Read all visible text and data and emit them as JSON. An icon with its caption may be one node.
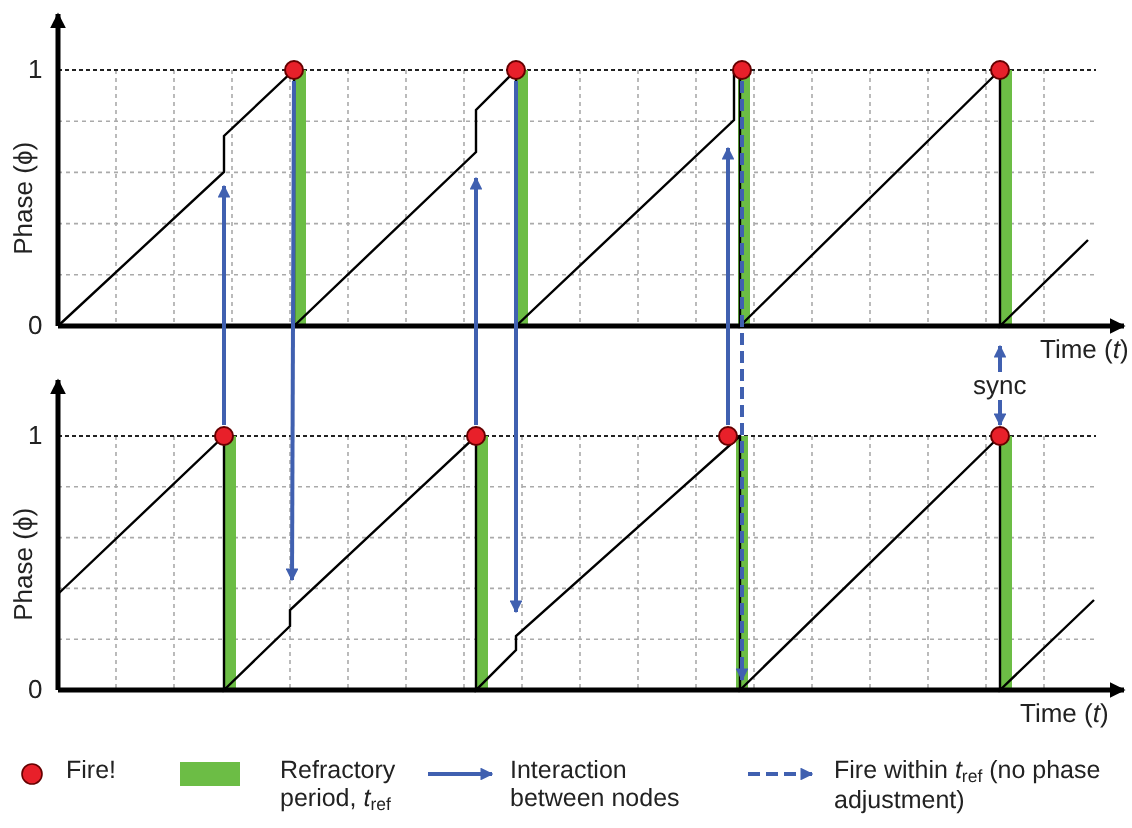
{
  "diagram": {
    "nodes": [
      {
        "text": [],
        "shape": "circle"
      },
      {
        "text": [],
        "shape": "circle"
      },
      {
        "text": [],
        "shape": "circle"
      },
      {
        "text": [],
        "shape": "circle"
      },
      {
        "text": [],
        "shape": "circle"
      },
      {
        "text": [],
        "shape": "circle"
      },
      {
        "text": [],
        "shape": "circle"
      },
      {
        "text": [],
        "shape": "circle"
      }
    ],
    "edges": [
      {
        "from": 4,
        "to": null,
        "arrow": "to"
      },
      {
        "from": 0,
        "to": null,
        "arrow": "to"
      },
      {
        "from": 5,
        "to": null,
        "arrow": "to"
      },
      {
        "from": 1,
        "to": null,
        "arrow": "to"
      },
      {
        "from": 6,
        "to": null,
        "arrow": "to"
      },
      {
        "from": 2,
        "to": null,
        "arrow": "to",
        "style": "dashed"
      },
      {
        "from": null,
        "to": 7,
        "arrow": "both",
        "label": "sync"
      }
    ],
    "labels": [
      "1",
      "Phase (ϕ)",
      "0",
      "Time (*t*)",
      "1",
      "Phase (ϕ)",
      "0",
      "Time (*t*)"
    ],
    "legend": [
      {
        "text": "Fire!",
        "color": "#e8202a"
      },
      {
        "text": "Refractory period, *t*$_{ref}$",
        "color": "#6cbd45"
      },
      {
        "text": "Interaction between nodes"
      },
      {
        "text": "Fire within *t*$_{ref}$ (no phase adjustment)"
      }
    ]
  }
}
